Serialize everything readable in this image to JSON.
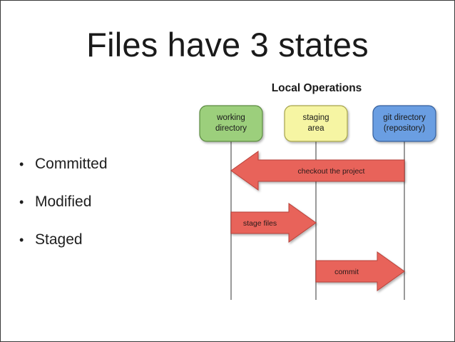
{
  "slide": {
    "title": "Files have 3 states",
    "bullets": [
      "Committed",
      "Modified",
      "Staged"
    ]
  },
  "diagram": {
    "heading": "Local Operations",
    "nodes": [
      {
        "lines": [
          "working",
          "directory"
        ],
        "fill": "#9ccf7c",
        "stroke": "#5c8a42"
      },
      {
        "lines": [
          "staging",
          "area"
        ],
        "fill": "#f6f5a3",
        "stroke": "#a6a44c"
      },
      {
        "lines": [
          "git directory",
          "(repository)"
        ],
        "fill": "#6a9ee2",
        "stroke": "#355f9c"
      }
    ],
    "arrows": [
      {
        "label": "checkout the project",
        "from": 2,
        "to": 0
      },
      {
        "label": "stage files",
        "from": 0,
        "to": 1
      },
      {
        "label": "commit",
        "from": 1,
        "to": 2
      }
    ],
    "arrow_color": "#e8635a",
    "arrow_stroke": "#b8433b",
    "lifeline_color": "#9a9a9a"
  }
}
